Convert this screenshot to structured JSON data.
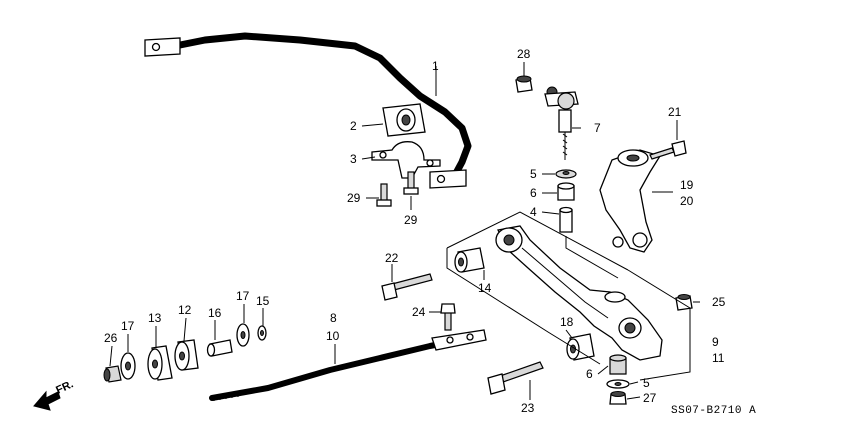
{
  "diagram": {
    "reference_code": "SS07-B2710 A",
    "direction_label": "FR.",
    "callouts": {
      "c1": "1",
      "c2": "2",
      "c3": "3",
      "c4": "4",
      "c5a": "5",
      "c5b": "5",
      "c6a": "6",
      "c6b": "6",
      "c7": "7",
      "c8": "8",
      "c9": "9",
      "c10": "10",
      "c11": "11",
      "c12": "12",
      "c13": "13",
      "c14": "14",
      "c15": "15",
      "c16": "16",
      "c17a": "17",
      "c17b": "17",
      "c18": "18",
      "c19": "19",
      "c20": "20",
      "c21": "21",
      "c22": "22",
      "c23": "23",
      "c24": "24",
      "c25": "25",
      "c26": "26",
      "c27": "27",
      "c28": "28",
      "c29a": "29",
      "c29b": "29"
    }
  }
}
